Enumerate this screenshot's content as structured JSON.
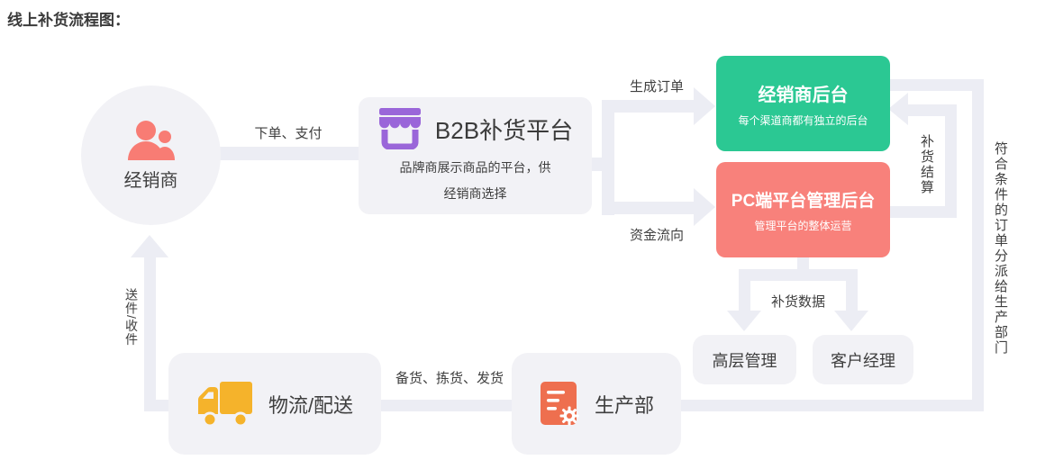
{
  "title": "线上补货流程图：",
  "colors": {
    "line": "#ecedf4",
    "node_bg": "#f2f2f6",
    "green": "#2bc893",
    "red": "#f8817b",
    "purple": "#9a66d9",
    "yellow": "#f5b32b",
    "orange": "#ee6f4f",
    "salmon": "#f87c74",
    "text": "#3f3f3f"
  },
  "nodes": {
    "dealer": {
      "label": "经销商",
      "icon": "people-icon"
    },
    "b2b": {
      "title": "B2B补货平台",
      "subtitle_line1": "品牌商展示商品的平台，供",
      "subtitle_line2": "经销商选择",
      "icon": "storefront-icon"
    },
    "dealer_backend": {
      "title": "经销商后台",
      "subtitle": "每个渠道商都有独立的后台"
    },
    "pc_admin": {
      "title": "PC端平台管理后台",
      "subtitle": "管理平台的整体运营"
    },
    "senior_mgmt": {
      "label": "高层管理"
    },
    "account_mgr": {
      "label": "客户经理"
    },
    "logistics": {
      "label": "物流/配送",
      "icon": "truck-icon"
    },
    "production": {
      "label": "生产部",
      "icon": "document-gear-icon"
    }
  },
  "edges": {
    "order_pay": "下单、支付",
    "generate_order": "生成订单",
    "fund_flow": "资金流向",
    "replenish_settle": "补货结算",
    "qualified_orders": "符合条件的订单分派给生产部门",
    "replenish_data": "补货数据",
    "prepare_pick_ship": "备货、拣货、发货",
    "deliver_receive": "送件/收件"
  }
}
